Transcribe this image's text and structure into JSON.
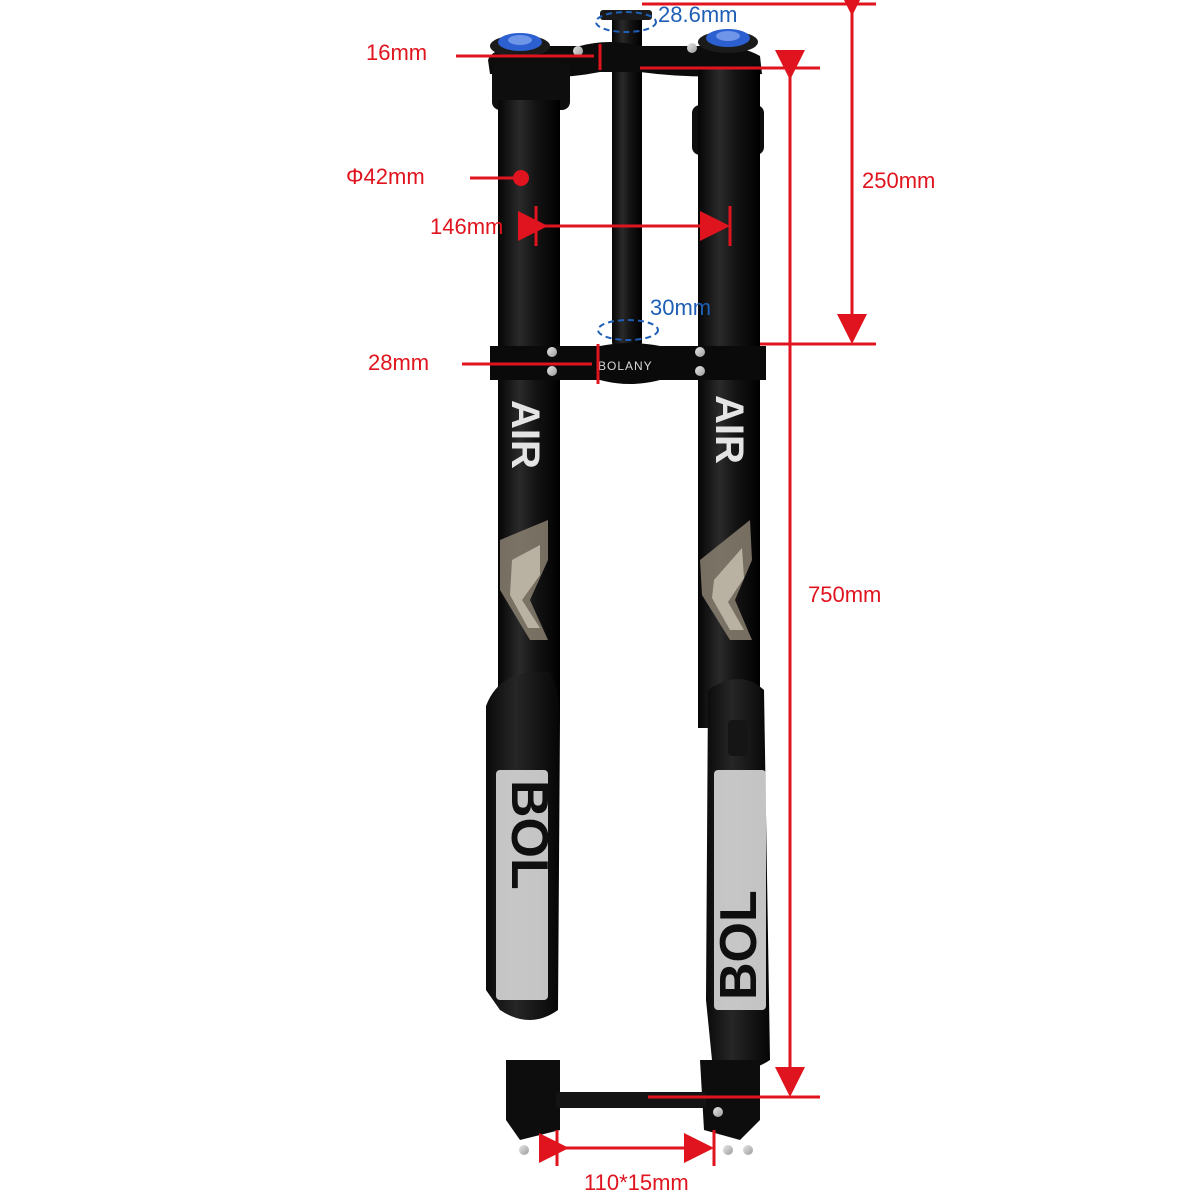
{
  "colors": {
    "dimension_red": "#e0141e",
    "dimension_blue": "#1f5fb5",
    "fork_black": "#111111",
    "cap_blue": "#2c5fd0"
  },
  "labels": {
    "steerer_top": "28.6mm",
    "top_crown": "16mm",
    "stanchion_diameter": "Φ42mm",
    "tube_spacing": "146mm",
    "steerer_bottom": "30mm",
    "bottom_crown": "28mm",
    "upper_length": "250mm",
    "total_length": "750mm",
    "axle": "110*15mm"
  },
  "branding": {
    "crown_logo": "BOLANY",
    "stanchion_text": "AIR",
    "lower_text": "BOL"
  }
}
